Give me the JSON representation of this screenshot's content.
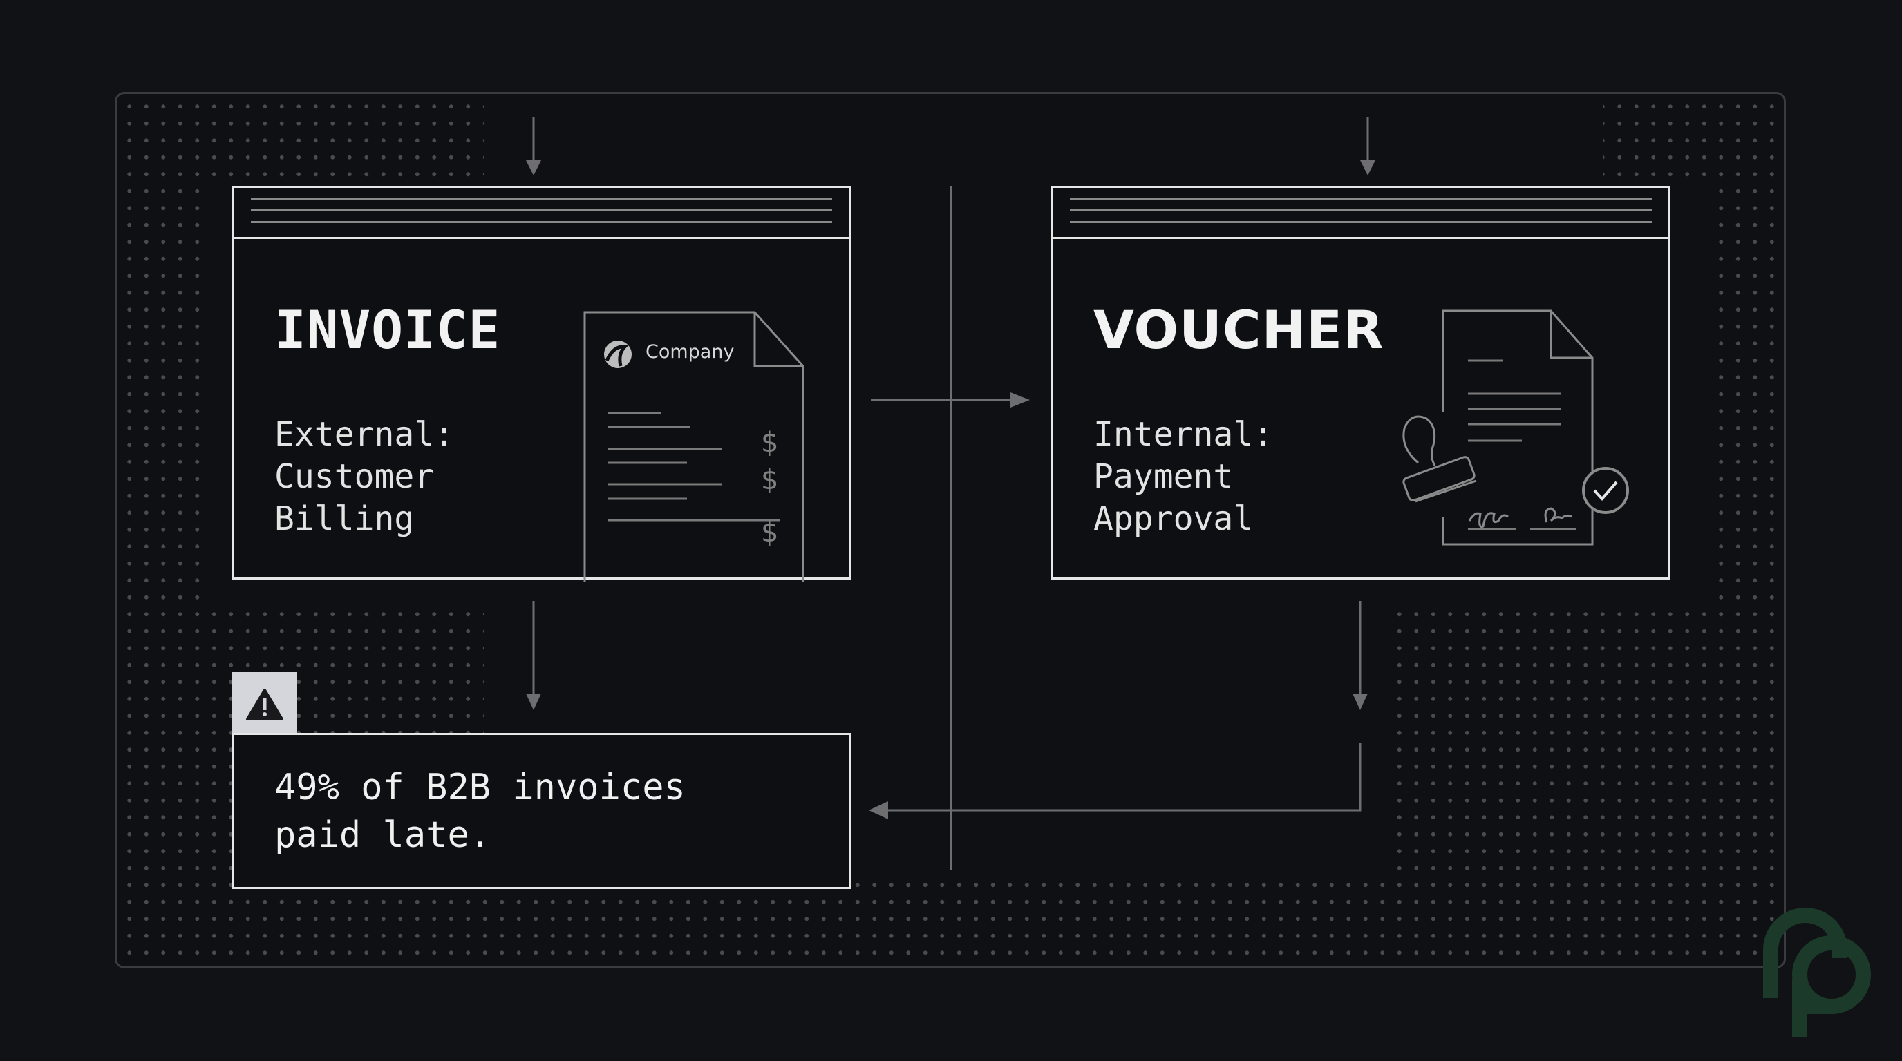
{
  "diagram": {
    "invoice_card": {
      "title": "INVOICE",
      "subtitle": "External:\nCustomer\nBilling",
      "illustration": {
        "icon": "invoice-document-icon",
        "company_label": "Company",
        "currency_symbols": [
          "$",
          "$",
          "$"
        ]
      }
    },
    "voucher_card": {
      "title": "VOUCHER",
      "subtitle": "Internal:\nPayment\nApproval",
      "illustration": {
        "icon": "signed-document-with-stamp-icon",
        "badge_icon": "checkmark-circle-icon"
      }
    },
    "stat_callout": {
      "icon": "warning-triangle-icon",
      "text": "49% of B2B invoices\npaid late."
    },
    "flow": [
      {
        "from": "top",
        "to": "invoice_card",
        "direction": "down"
      },
      {
        "from": "top",
        "to": "voucher_card",
        "direction": "down"
      },
      {
        "from": "invoice_card",
        "to": "voucher_card",
        "direction": "right"
      },
      {
        "from": "invoice_card",
        "to": "stat_callout",
        "direction": "down"
      },
      {
        "from": "voucher_card",
        "to": "stat_callout",
        "direction": "down-left"
      }
    ],
    "colors": {
      "background": "#111216",
      "card_border": "#e6e6e6",
      "connector": "#6e6e70",
      "warning_tab": "#d4d6dc",
      "brand_logo": "#1c3a29"
    },
    "watermark": {
      "icon": "brand-logo-icon"
    }
  }
}
